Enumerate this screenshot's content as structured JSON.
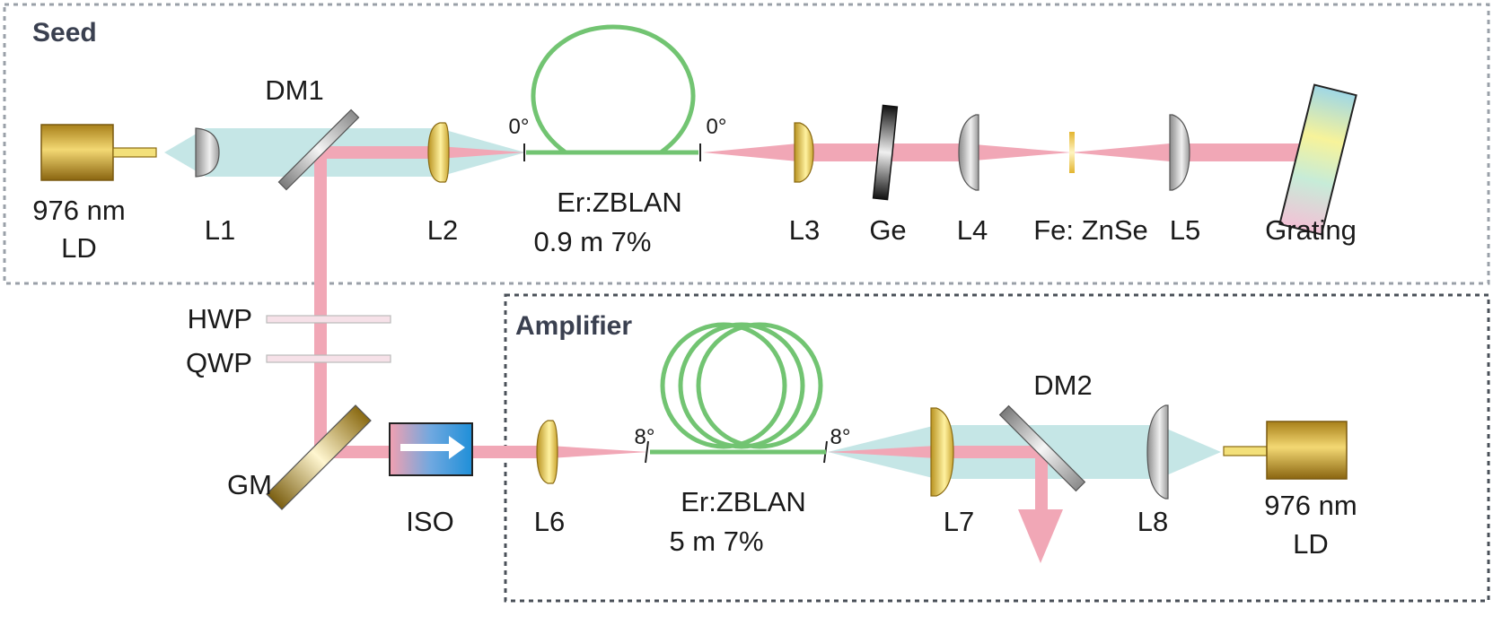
{
  "seed": {
    "title": "Seed",
    "pump_label_line1": "976 nm",
    "pump_label_line2": "LD",
    "dm1": "DM1",
    "l1": "L1",
    "l2": "L2",
    "angle_in": "0°",
    "angle_out": "0°",
    "fiber_line1": "Er:ZBLAN",
    "fiber_line2": "0.9 m 7%",
    "l3": "L3",
    "ge": "Ge",
    "l4": "L4",
    "fe_znse": "Fe: ZnSe",
    "l5": "L5",
    "grating": "Grating"
  },
  "middle": {
    "hwp": "HWP",
    "qwp": "QWP",
    "gm": "GM",
    "iso": "ISO"
  },
  "amplifier": {
    "title": "Amplifier",
    "l6": "L6",
    "angle_in": "8°",
    "angle_out": "8°",
    "fiber_line1": "Er:ZBLAN",
    "fiber_line2": "5 m 7%",
    "dm2": "DM2",
    "l7": "L7",
    "l8": "L8",
    "pump_label_line1": "976 nm",
    "pump_label_line2": "LD"
  },
  "colors": {
    "signal_beam": "#f1a7b6",
    "pump_beam": "#bfe3e3",
    "fiber": "#72c472",
    "box_border": "#9aa0a8"
  }
}
